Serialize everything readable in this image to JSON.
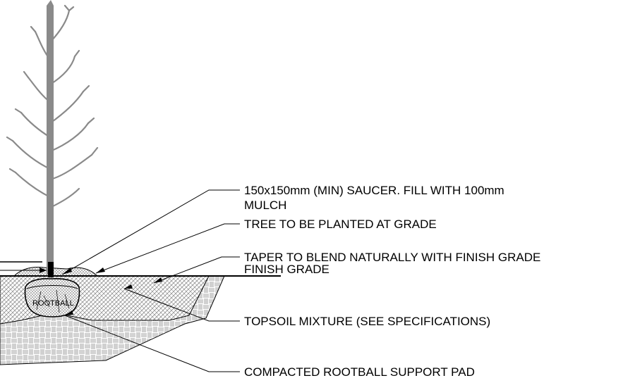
{
  "labels": {
    "saucer_line1": "150x150mm (MIN) SAUCER. FILL WITH 100mm",
    "saucer_line2": "MULCH",
    "tree_planted": "TREE TO BE PLANTED AT GRADE",
    "taper": "TAPER TO BLEND NATURALLY WITH FINISH GRADE",
    "finish_grade": "FINISH GRADE",
    "topsoil": "TOPSOIL MIXTURE (SEE SPECIFICATIONS)",
    "support_pad": "COMPACTED ROOTBALL SUPPORT PAD",
    "rootball": "ROOTBALL"
  },
  "colors": {
    "line": "#000000",
    "trunk": "#777777",
    "hatch": "#8a8a8a",
    "background": "#ffffff"
  }
}
